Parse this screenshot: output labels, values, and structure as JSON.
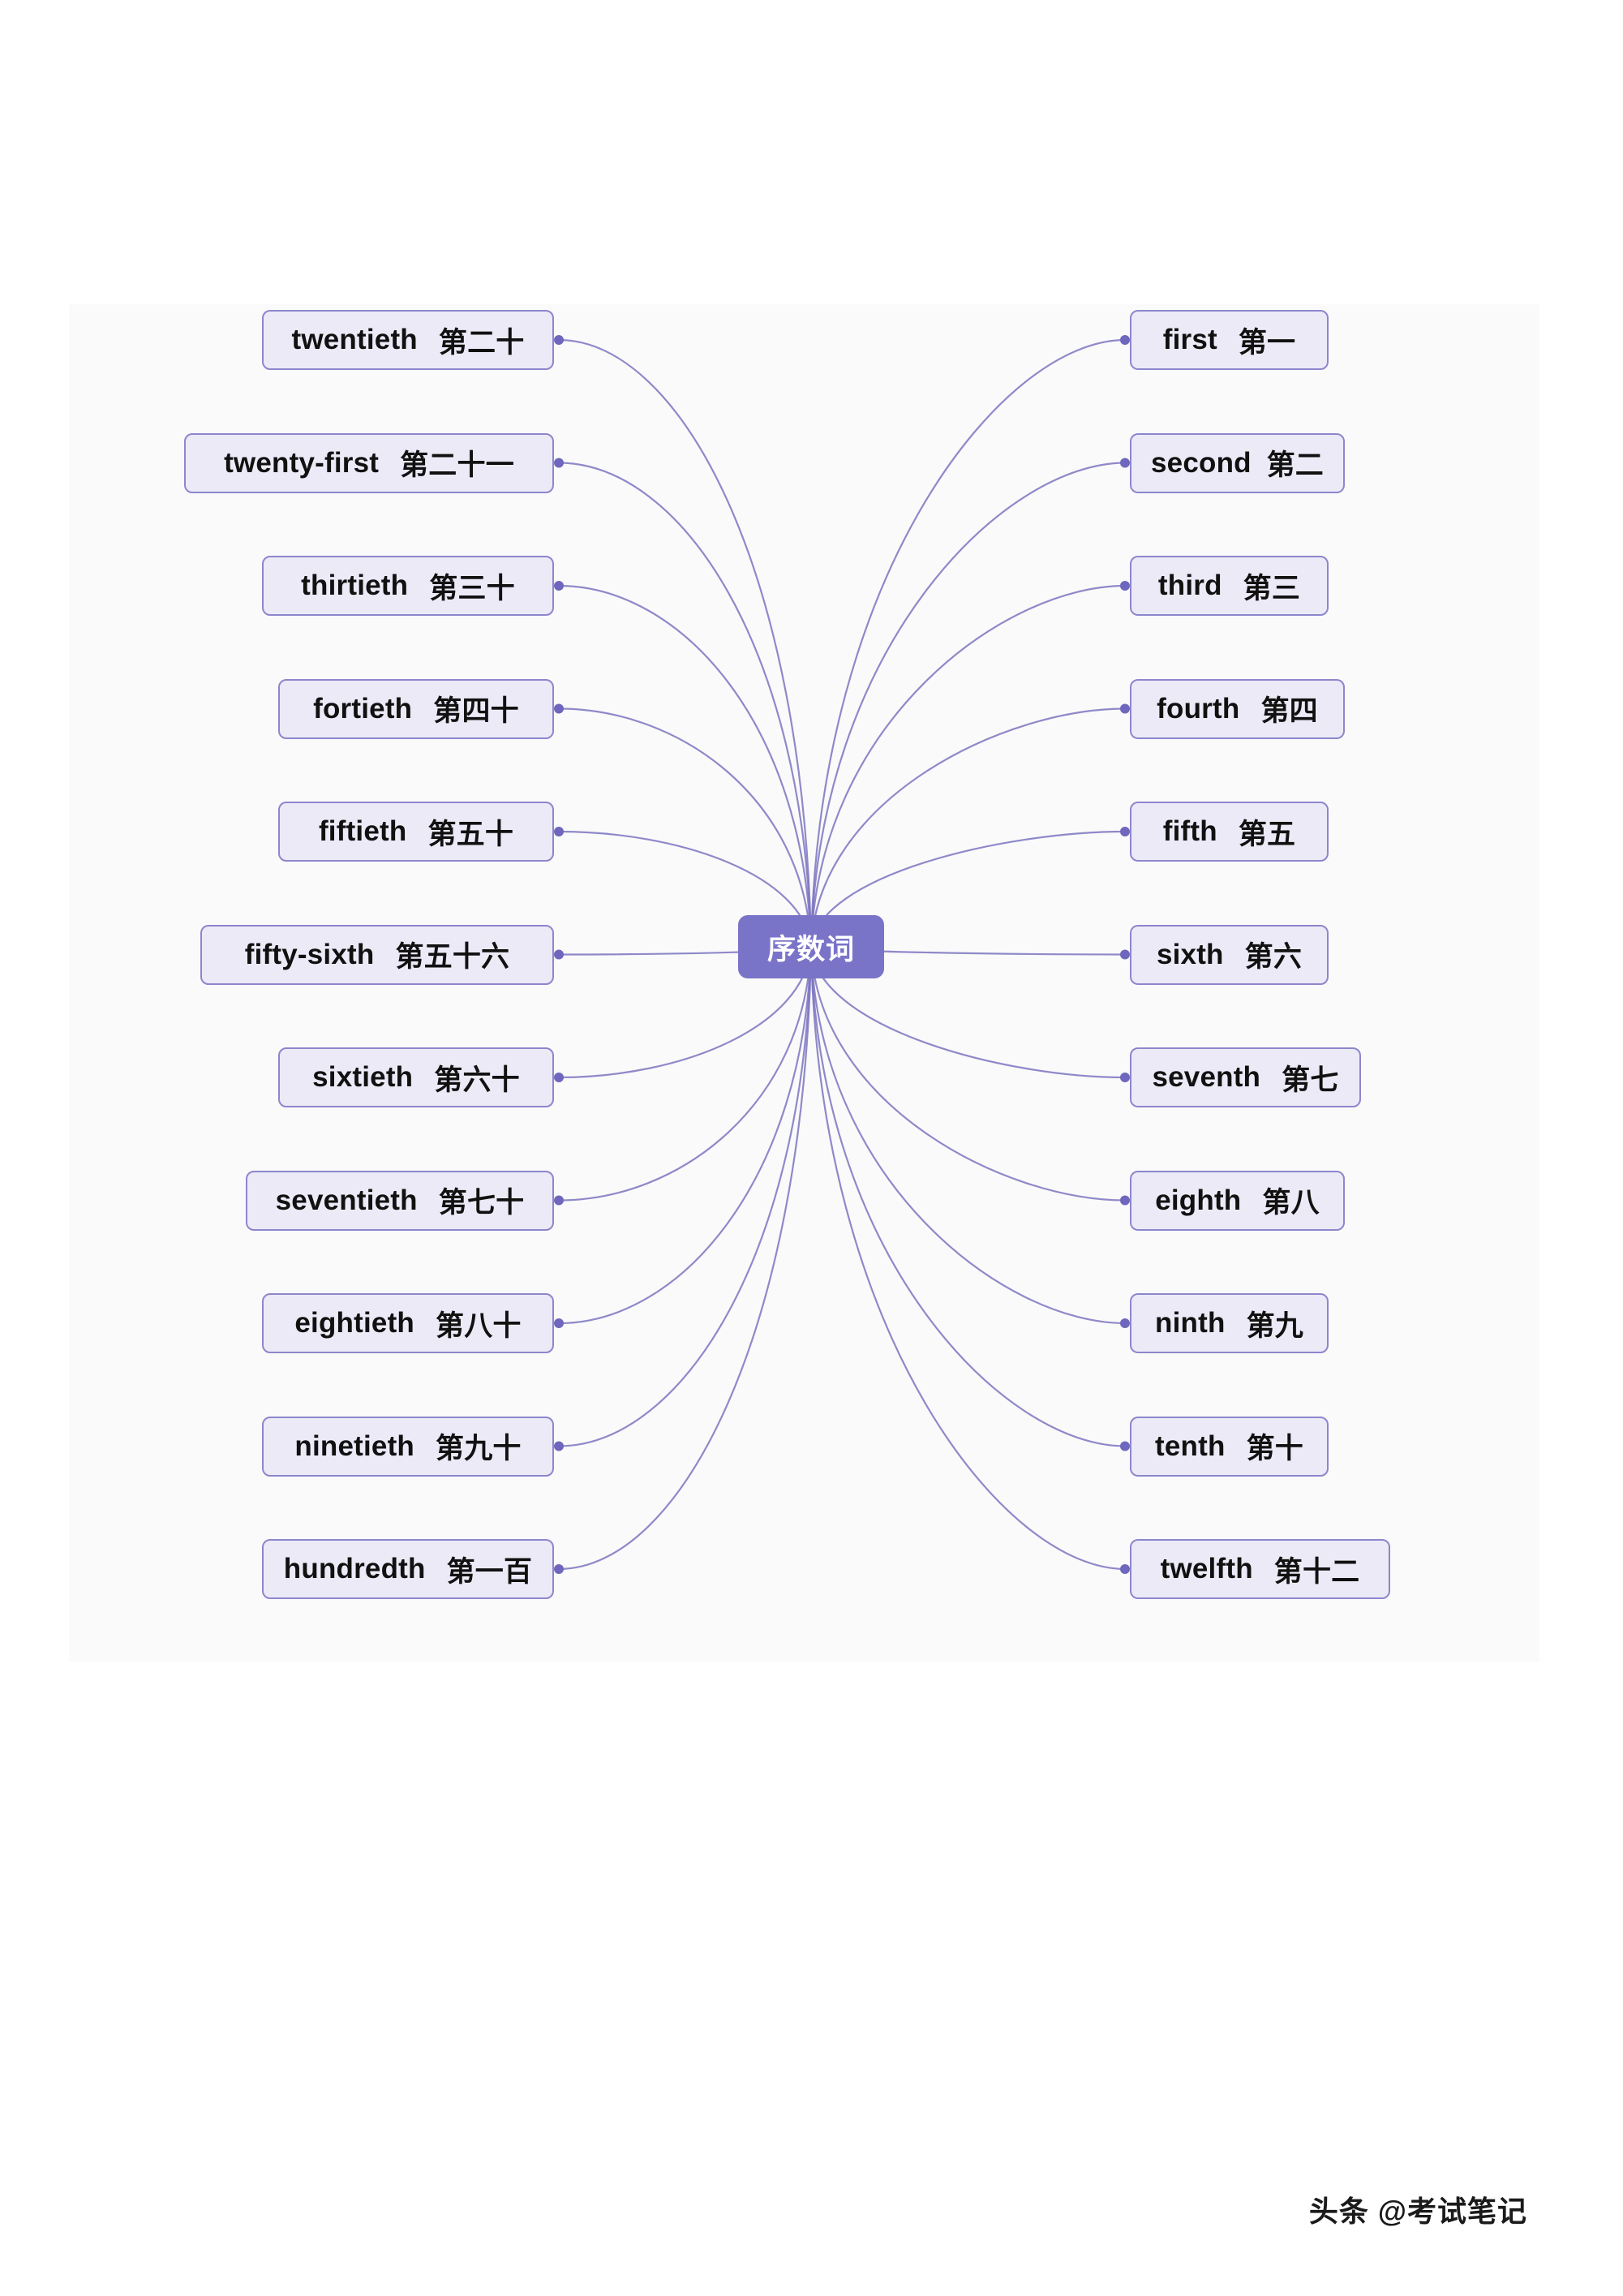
{
  "diagram": {
    "title": "序数词",
    "type": "mind-map",
    "center_label": "序数词",
    "colors": {
      "center_fill": "#7a74c8",
      "center_text": "#ffffff",
      "node_fill": "#eceaf7",
      "node_border": "#8d86cd",
      "connector": "#7b74c0",
      "panel_bg": "#fafafa",
      "page_bg": "#ffffff",
      "node_text": "#111111"
    },
    "left_branches": [
      {
        "en": "twentieth",
        "cn": "第二十"
      },
      {
        "en": "twenty-first",
        "cn": "第二十一"
      },
      {
        "en": "thirtieth",
        "cn": "第三十"
      },
      {
        "en": "fortieth",
        "cn": "第四十"
      },
      {
        "en": "fiftieth",
        "cn": "第五十"
      },
      {
        "en": "fifty-sixth",
        "cn": "第五十六"
      },
      {
        "en": "sixtieth",
        "cn": "第六十"
      },
      {
        "en": "seventieth",
        "cn": "第七十"
      },
      {
        "en": "eightieth",
        "cn": "第八十"
      },
      {
        "en": "ninetieth",
        "cn": "第九十"
      },
      {
        "en": "hundredth",
        "cn": "第一百"
      }
    ],
    "right_branches": [
      {
        "en": "first",
        "cn": "第一"
      },
      {
        "en": "second",
        "cn": "第二"
      },
      {
        "en": "third",
        "cn": "第三"
      },
      {
        "en": "fourth",
        "cn": "第四"
      },
      {
        "en": "fifth",
        "cn": "第五"
      },
      {
        "en": "sixth",
        "cn": "第六"
      },
      {
        "en": "seventh",
        "cn": "第七"
      },
      {
        "en": "eighth",
        "cn": "第八"
      },
      {
        "en": "ninth",
        "cn": "第九"
      },
      {
        "en": "tenth",
        "cn": "第十"
      },
      {
        "en": "twelfth",
        "cn": "第十二"
      }
    ]
  },
  "watermark": {
    "text": "头条 @考试笔记"
  }
}
